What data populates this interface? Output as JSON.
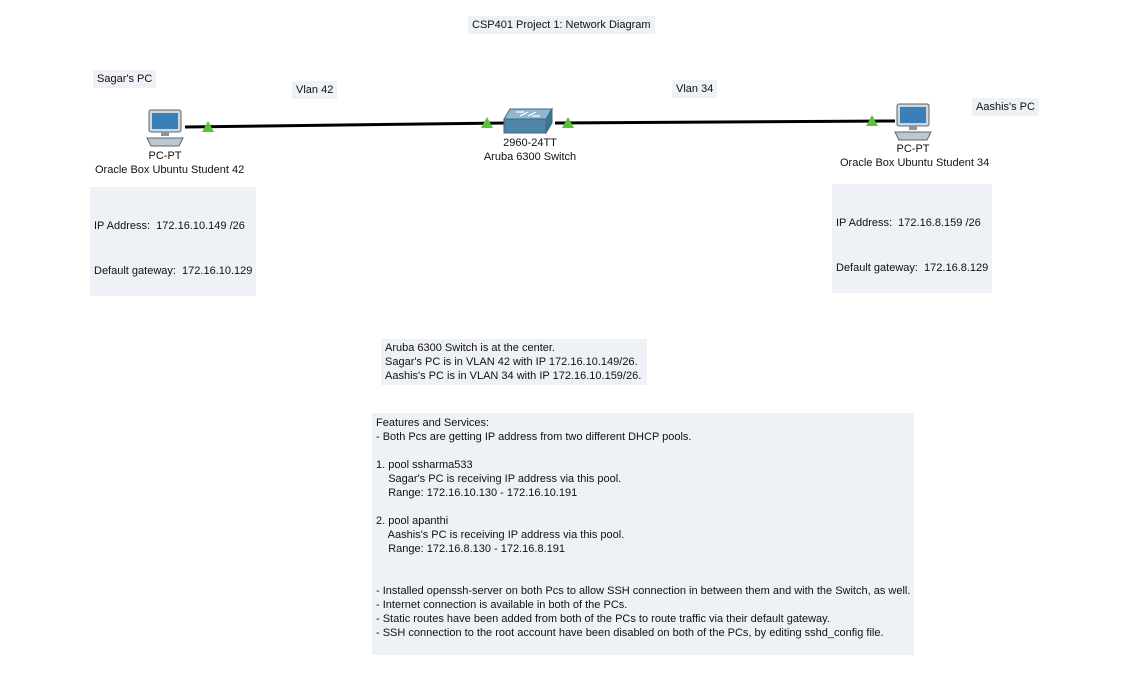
{
  "title": "CSP401 Project 1: Network Diagram",
  "vlans": {
    "left": "Vlan 42",
    "right": "Vlan 34"
  },
  "left_pc": {
    "owner": "Sagar's PC",
    "model": "PC-PT",
    "name": "Oracle Box Ubuntu Student 42",
    "ip_line": "IP Address:  172.16.10.149 /26",
    "gw_line": "Default gateway:  172.16.10.129"
  },
  "switch": {
    "model": "2960-24TT",
    "name": "Aruba 6300 Switch"
  },
  "right_pc": {
    "owner": "Aashis's PC",
    "model": "PC-PT",
    "name": "Oracle Box Ubuntu Student 34",
    "ip_line": "IP Address:  172.16.8.159 /26",
    "gw_line": "Default gateway:  172.16.8.129"
  },
  "summary_note": "Aruba 6300 Switch is at the center.\nSagar's PC is in VLAN 42 with IP 172.16.10.149/26.\nAashis's PC is in VLAN 34 with IP 172.16.10.159/26.",
  "features_note": "Features and Services:\n- Both Pcs are getting IP address from two different DHCP pools.\n\n1. pool ssharma533\n    Sagar's PC is receiving IP address via this pool.\n    Range: 172.16.10.130 - 172.16.10.191\n\n2. pool apanthi\n    Aashis's PC is receiving IP address via this pool.\n    Range: 172.16.8.130 - 172.16.8.191\n\n\n- Installed openssh-server on both Pcs to allow SSH connection in between them and with the Switch, as well.\n- Internet connection is available in both of the PCs.\n- Static routes have been added from both of the PCs to route traffic via their default gateway.\n- SSH connection to the root account have been disabled on both of the PCs, by editing sshd_config file.",
  "colors": {
    "note_bg": "#eef1f6",
    "link_up": "#5cc13a",
    "cable": "#000000",
    "pc_screen": "#3b7fb8",
    "switch_body": "#4f86a6"
  }
}
